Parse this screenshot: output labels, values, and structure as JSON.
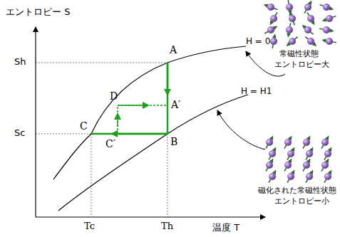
{
  "diagram": {
    "labels": [
      "エントロピー S",
      "Sh",
      "Sc",
      "Tc",
      "Th",
      "温度 T",
      "A",
      "A′",
      "B",
      "C",
      "C′",
      "D",
      "H = 0",
      "H = H1",
      "常磁性状態",
      "エントロピー大",
      "磁化された常磁性状態",
      "エントロピー小"
    ]
  }
}
